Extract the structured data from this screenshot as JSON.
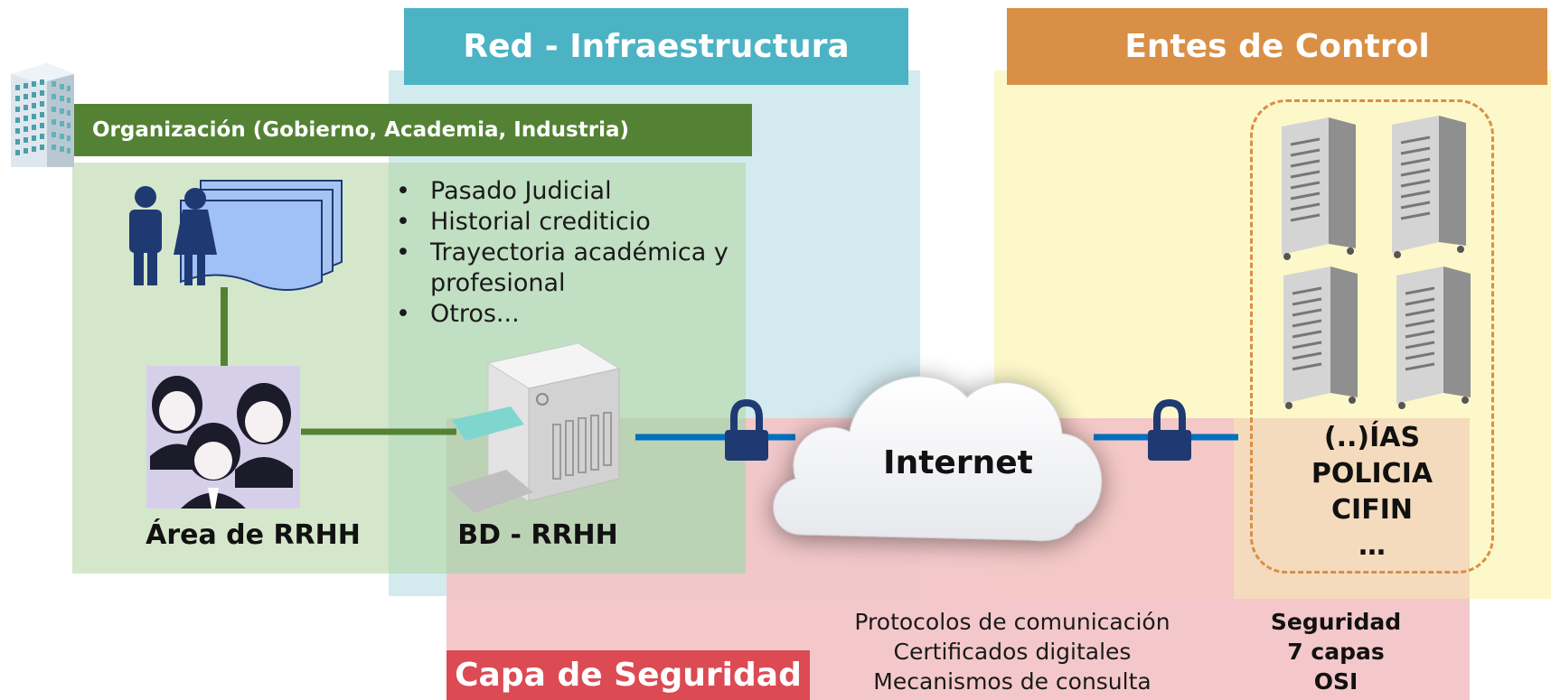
{
  "headers": {
    "red": "Red - Infraestructura",
    "entes": "Entes de Control"
  },
  "organization": {
    "title": "Organización (Gobierno, Academia, Industria)",
    "hr_area_label": "Área de RRHH",
    "db_label": "BD - RRHH",
    "records": [
      "Pasado Judicial",
      "Historial crediticio",
      "Trayectoria académica y profesional",
      "Otros..."
    ]
  },
  "network": {
    "cloud_label": "Internet"
  },
  "control_entities": {
    "items": [
      "(..)ÍAS",
      "POLICIA",
      "CIFIN",
      "…"
    ]
  },
  "security": {
    "label": "Capa de Seguridad",
    "mechanisms": [
      "Protocolos de comunicación",
      "Certificados digitales",
      "Mecanismos de consulta"
    ],
    "osi": [
      "Seguridad",
      "7 capas",
      "OSI"
    ]
  },
  "colors": {
    "red_header": "#4bb3c4",
    "entes_header": "#d98f45",
    "org_bar": "#548235",
    "security_label": "#dc4a54",
    "link_blue": "#0070c0",
    "lock": "#1f3a73",
    "link_green": "#548235"
  },
  "icons": [
    "building-icon",
    "people-documents-icon",
    "staff-group-icon",
    "database-icon",
    "cloud-icon",
    "lock-icon",
    "server-icon"
  ]
}
